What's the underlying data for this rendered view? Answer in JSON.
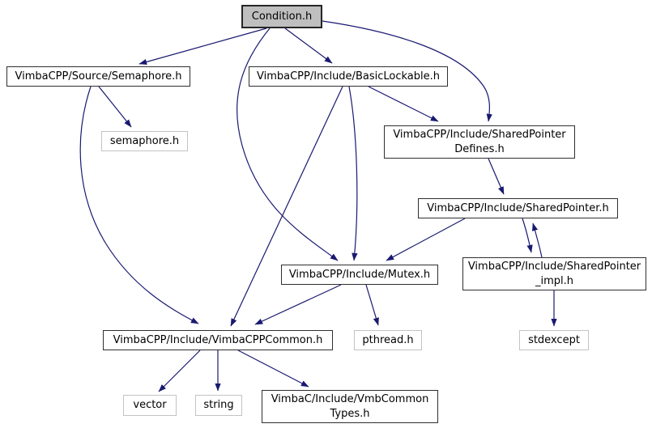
{
  "diagram": {
    "type": "include-dependency-graph",
    "root": "Condition.h",
    "colors": {
      "edge": "#191970",
      "node_fill": "#ffffff",
      "root_node_fill": "#bfbfbf",
      "project_node_border": "#2f2f2f",
      "system_node_border": "#c3c3c3",
      "text": "#000000",
      "background": "#ffffff"
    },
    "nodes": {
      "condition": {
        "label": "Condition.h",
        "kind": "root"
      },
      "semaphore_src": {
        "label": "VimbaCPP/Source/Semaphore.h",
        "kind": "project"
      },
      "basiclockable": {
        "label": "VimbaCPP/Include/BasicLockable.h",
        "kind": "project"
      },
      "semaphore_sys": {
        "label": "semaphore.h",
        "kind": "system"
      },
      "spdefines": {
        "label": "VimbaCPP/Include/SharedPointer\nDefines.h",
        "kind": "project"
      },
      "sharedpointer": {
        "label": "VimbaCPP/Include/SharedPointer.h",
        "kind": "project"
      },
      "mutex": {
        "label": "VimbaCPP/Include/Mutex.h",
        "kind": "project"
      },
      "sp_impl": {
        "label": "VimbaCPP/Include/SharedPointer\n_impl.h",
        "kind": "project"
      },
      "vimbacppcommon": {
        "label": "VimbaCPP/Include/VimbaCPPCommon.h",
        "kind": "project"
      },
      "pthread": {
        "label": "pthread.h",
        "kind": "system"
      },
      "stdexcept": {
        "label": "stdexcept",
        "kind": "system"
      },
      "vector": {
        "label": "vector",
        "kind": "system"
      },
      "string": {
        "label": "string",
        "kind": "system"
      },
      "vmbcommontypes": {
        "label": "VimbaC/Include/VmbCommon\nTypes.h",
        "kind": "project"
      }
    },
    "edges": [
      {
        "from": "condition",
        "to": "semaphore_src"
      },
      {
        "from": "condition",
        "to": "basiclockable"
      },
      {
        "from": "condition",
        "to": "spdefines"
      },
      {
        "from": "condition",
        "to": "mutex"
      },
      {
        "from": "semaphore_src",
        "to": "semaphore_sys"
      },
      {
        "from": "semaphore_src",
        "to": "vimbacppcommon"
      },
      {
        "from": "basiclockable",
        "to": "spdefines"
      },
      {
        "from": "basiclockable",
        "to": "mutex"
      },
      {
        "from": "basiclockable",
        "to": "vimbacppcommon"
      },
      {
        "from": "spdefines",
        "to": "sharedpointer"
      },
      {
        "from": "sharedpointer",
        "to": "mutex"
      },
      {
        "from": "sharedpointer",
        "to": "sp_impl"
      },
      {
        "from": "sp_impl",
        "to": "sharedpointer"
      },
      {
        "from": "sp_impl",
        "to": "stdexcept"
      },
      {
        "from": "mutex",
        "to": "vimbacppcommon"
      },
      {
        "from": "mutex",
        "to": "pthread"
      },
      {
        "from": "vimbacppcommon",
        "to": "vector"
      },
      {
        "from": "vimbacppcommon",
        "to": "string"
      },
      {
        "from": "vimbacppcommon",
        "to": "vmbcommontypes"
      }
    ]
  }
}
